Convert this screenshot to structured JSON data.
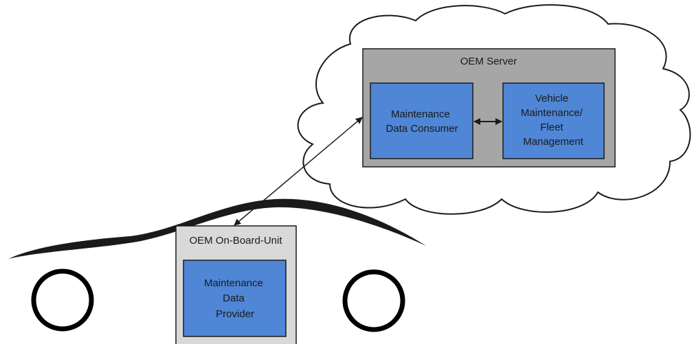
{
  "server": {
    "title": "OEM Server",
    "consumer_lines": [
      "Maintenance",
      "Data Consumer"
    ],
    "fleet_lines": [
      "Vehicle",
      "Maintenance/",
      "Fleet",
      "Management"
    ]
  },
  "onboard": {
    "title": "OEM On-Board-Unit",
    "provider_lines": [
      "Maintenance",
      "Data",
      "Provider"
    ]
  },
  "colors": {
    "server_fill": "#a6a6a6",
    "onboard_fill": "#d9d9d9",
    "module_fill": "#4f86d6",
    "stroke": "#1a1a1a"
  }
}
